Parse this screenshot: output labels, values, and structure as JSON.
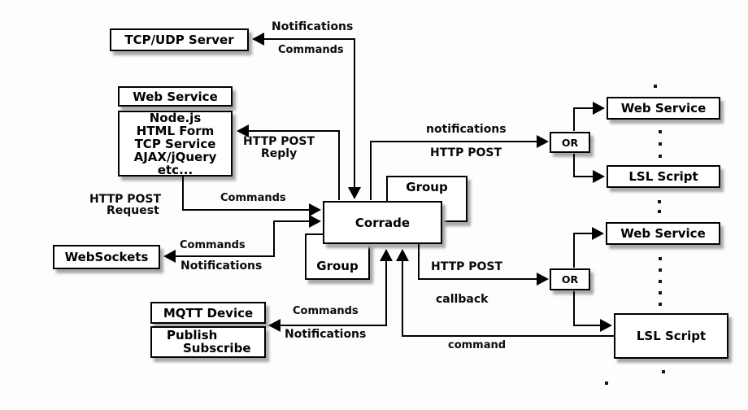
{
  "nodes": {
    "tcp_udp_server": "TCP/UDP Server",
    "web_service": "Web Service",
    "web_stack": [
      "Node.js",
      "HTML Form",
      "TCP Service",
      "AJAX/jQuery",
      "etc..."
    ],
    "websockets": "WebSockets",
    "mqtt_device": "MQTT Device",
    "publish": "Publish",
    "subscribe": "Subscribe",
    "corrade": "Corrade",
    "group_top": "Group",
    "group_bottom": "Group",
    "or_top": "OR",
    "or_bottom": "OR",
    "web_service_right_top": "Web Service",
    "lsl_script_right_top": "LSL Script",
    "web_service_right_bottom": "Web Service",
    "lsl_script_right_bottom": "LSL Script"
  },
  "edge_labels": {
    "tcp_notifications": "Notifications",
    "tcp_commands": "Commands",
    "reply_line1": "HTTP POST",
    "reply_line2": "Reply",
    "request_line1": "HTTP POST",
    "request_line2": "Request",
    "request_commands": "Commands",
    "ws_commands": "Commands",
    "ws_notifications": "Notifications",
    "or_top_notifications": "notifications",
    "or_top_http_post": "HTTP POST",
    "or_bottom_http_post": "HTTP POST",
    "or_bottom_callback": "callback",
    "lsl_command": "command",
    "mqtt_commands": "Commands",
    "mqtt_notifications": "Notifications"
  },
  "colors": {
    "line": "#000000",
    "box_fill": "#ffffff",
    "box_border": "#010101",
    "shadow": "#a9a9a9",
    "background": "#fdfdfd"
  }
}
